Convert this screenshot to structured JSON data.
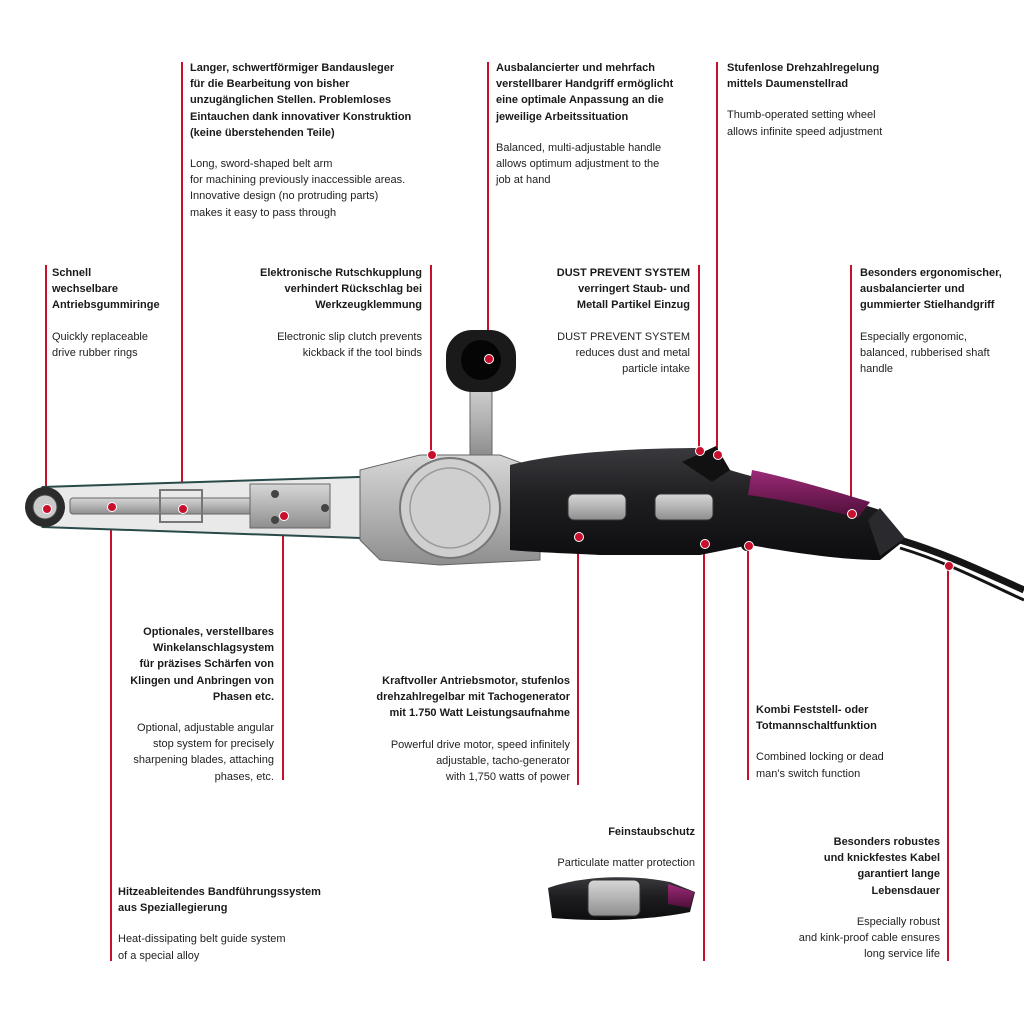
{
  "colors": {
    "accent": "#c8102e",
    "tool_body": "#1c1c1f",
    "tool_grip": "#7a1d5c",
    "metal": "#b9b9b9"
  },
  "callouts": {
    "belt_arm": {
      "de": "Langer, schwertförmiger Bandausleger\nfür die Bearbeitung von bisher\nunzugänglichen Stellen. Problemloses\nEintauchen dank innovativer Konstruktion\n(keine überstehenden Teile)",
      "en": "Long, sword-shaped belt arm\nfor machining previously inaccessible areas.\nInnovative design (no protruding parts)\nmakes it easy to pass through"
    },
    "handle": {
      "de": "Ausbalancierter und mehrfach\nverstellbarer Handgriff ermöglicht\neine optimale Anpassung an die\njeweilige Arbeitssituation",
      "en": "Balanced, multi-adjustable handle\nallows optimum adjustment to the\njob at hand"
    },
    "speed": {
      "de": "Stufenlose Drehzahlregelung\nmittels Daumenstellrad",
      "en": "Thumb-operated setting wheel\nallows infinite speed adjustment"
    },
    "rings": {
      "de": "Schnell\nwechselbare\nAntriebsgummiringe",
      "en": "Quickly replaceable\ndrive rubber rings"
    },
    "clutch": {
      "de": "Elektronische Rutschkupplung\nverhindert Rückschlag bei\nWerkzeugklemmung",
      "en": "Electronic slip clutch prevents\nkickback if the tool binds"
    },
    "dust": {
      "de": "DUST PREVENT SYSTEM\nverringert Staub- und\nMetall Partikel Einzug",
      "en": "DUST PREVENT SYSTEM\nreduces dust and metal\nparticle intake"
    },
    "shaft": {
      "de": "Besonders ergonomischer,\nausbalancierter und\ngummierter Stielhandgriff",
      "en": "Especially ergonomic,\nbalanced, rubberised shaft\nhandle"
    },
    "angular": {
      "de": "Optionales, verstellbares\nWinkelanschlagsystem\nfür präzises Schärfen von\nKlingen und Anbringen von\nPhasen etc.",
      "en": "Optional, adjustable angular\nstop system for precisely\nsharpening blades, attaching\nphases, etc."
    },
    "motor": {
      "de": "Kraftvoller Antriebsmotor, stufenlos\ndrehzahlregelbar mit Tachogenerator\nmit 1.750 Watt Leistungsaufnahme",
      "en": "Powerful drive motor, speed infinitely\nadjustable, tacho-generator\nwith 1,750 watts of power"
    },
    "switch": {
      "de": "Kombi Feststell- oder\nTotmannschaltfunktion",
      "en": "Combined locking or dead\nman's switch function"
    },
    "fine_dust": {
      "de": "Feinstaubschutz",
      "en": "Particulate matter protection"
    },
    "cable": {
      "de": "Besonders robustes\nund knickfestes Kabel\ngarantiert lange\nLebensdauer",
      "en": "Especially robust\nand kink-proof cable ensures\nlong service life"
    },
    "belt_guide": {
      "de": "Hitzeableitendes Bandführungssystem\naus Speziallegierung",
      "en": "Heat-dissipating belt guide system\nof a special alloy"
    }
  }
}
